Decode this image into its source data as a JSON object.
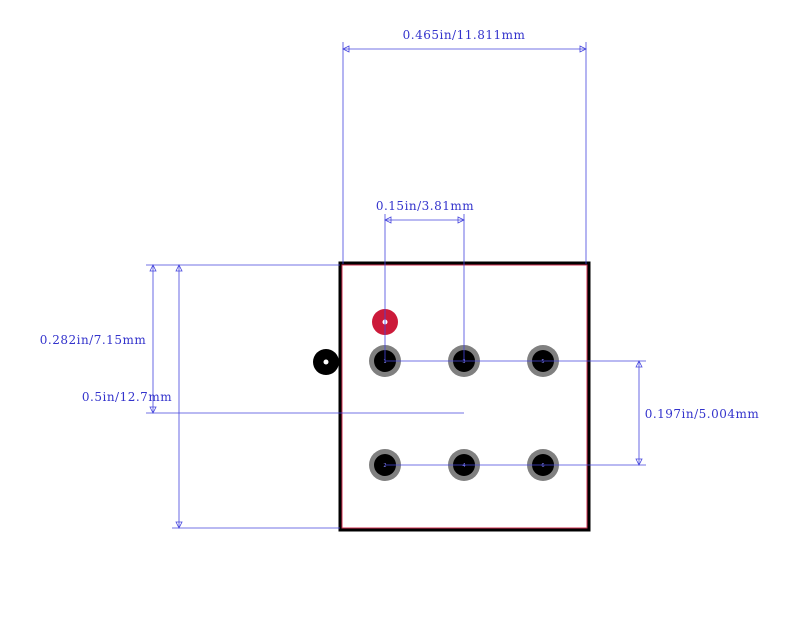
{
  "dimensions": {
    "overall_width": "0.465in/11.811mm",
    "pin_pitch": "0.15in/3.81mm",
    "pin1_offset": "0.282in/7.15mm",
    "overall_height": "0.5in/12.7mm",
    "row_spacing": "0.197in/5.004mm"
  },
  "pins": {
    "top_row": [
      "1",
      "3",
      "5"
    ],
    "bottom_row": [
      "2",
      "4",
      "6"
    ]
  },
  "colors": {
    "outline": "#000000",
    "courtyard": "#d03050",
    "pin1_marker": "#cc1a3a",
    "pad_ring": "#808080",
    "pad_hole": "#000000",
    "dimension": "#4444dd"
  }
}
